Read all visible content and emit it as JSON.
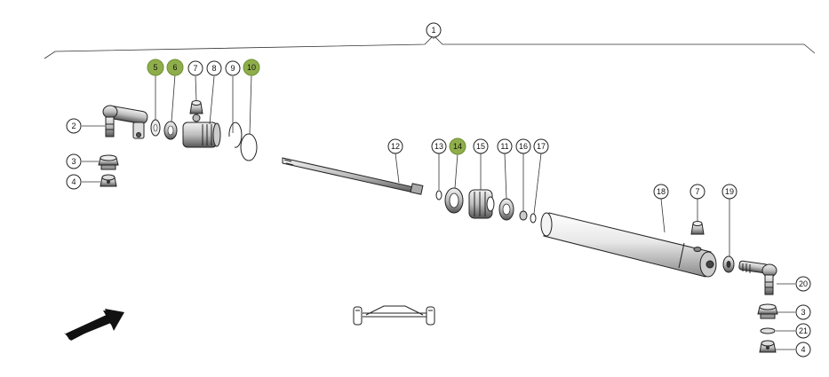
{
  "callouts": {
    "c1": "1",
    "c2": "2",
    "c3a": "3",
    "c4a": "4",
    "c5": "5",
    "c6": "6",
    "c7a": "7",
    "c8": "8",
    "c9": "9",
    "c10": "10",
    "c11": "11",
    "c12": "12",
    "c13": "13",
    "c14": "14",
    "c15": "15",
    "c16": "16",
    "c17": "17",
    "c18": "18",
    "c7b": "7",
    "c19": "19",
    "c20": "20",
    "c3b": "3",
    "c21": "21",
    "c4b": "4"
  },
  "highlighted": [
    "5",
    "6",
    "10",
    "14"
  ],
  "colors": {
    "highlight": "#8fae4b",
    "line": "#222222"
  }
}
